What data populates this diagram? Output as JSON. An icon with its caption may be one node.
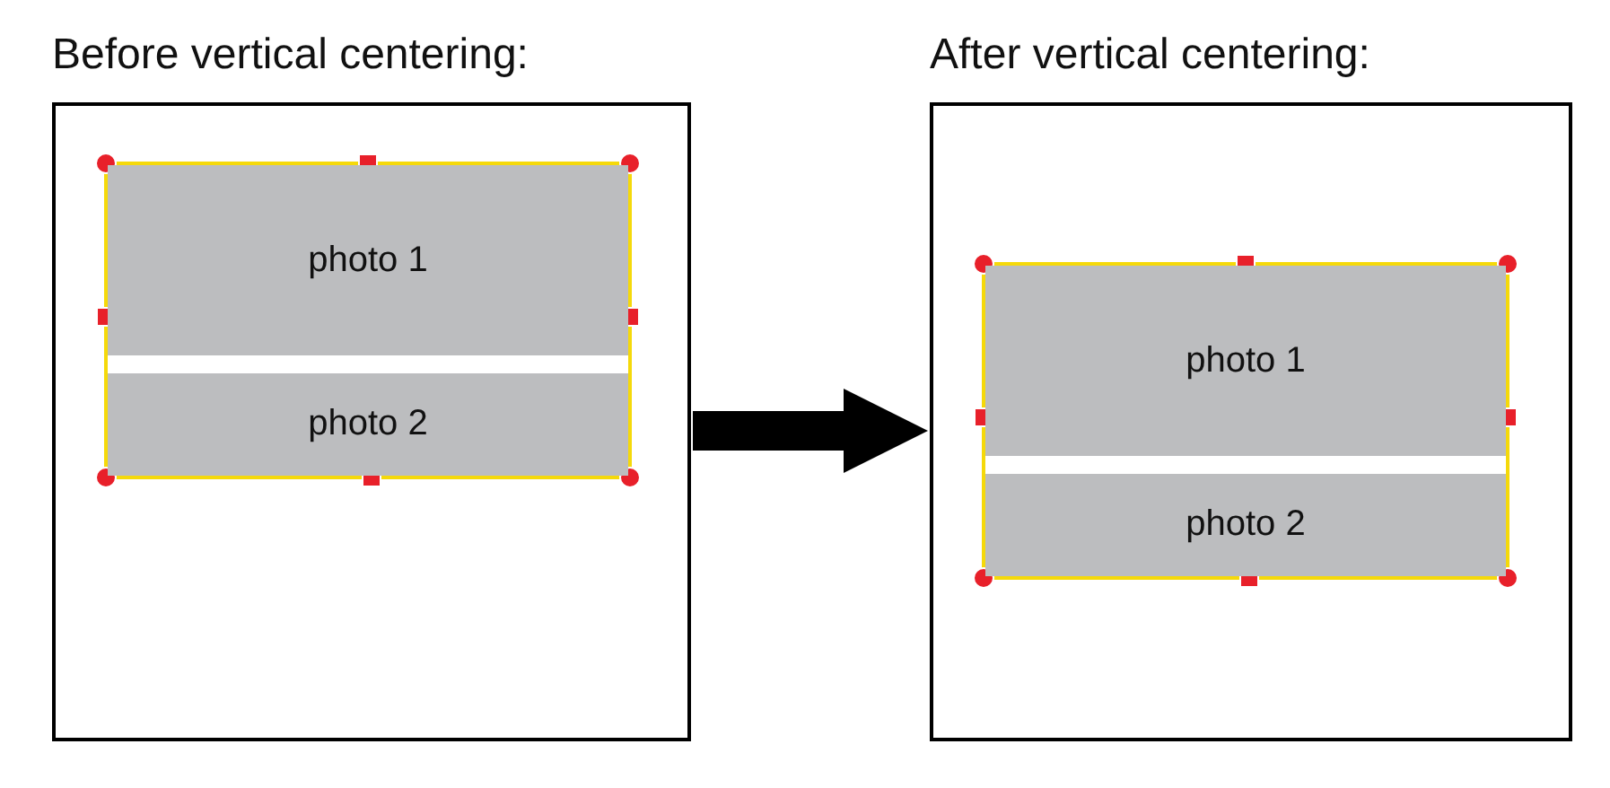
{
  "diagram": {
    "nodes": [
      {
        "text": [
          "Before vertical centering:"
        ]
      },
      {
        "text": [],
        "shape": "box",
        "in": 0
      },
      {
        "text": [
          "photo 1"
        ],
        "in": 1
      },
      {
        "text": [
          "photo 2"
        ],
        "in": 1
      },
      {
        "text": [
          "After vertical centering:"
        ]
      },
      {
        "text": [],
        "shape": "box",
        "in": 4
      },
      {
        "text": [
          "photo 1"
        ],
        "in": 5
      },
      {
        "text": [
          "photo 2"
        ],
        "in": 5
      }
    ],
    "edges": [
      {
        "from": 0,
        "to": 4,
        "arrow": "to"
      }
    ]
  }
}
